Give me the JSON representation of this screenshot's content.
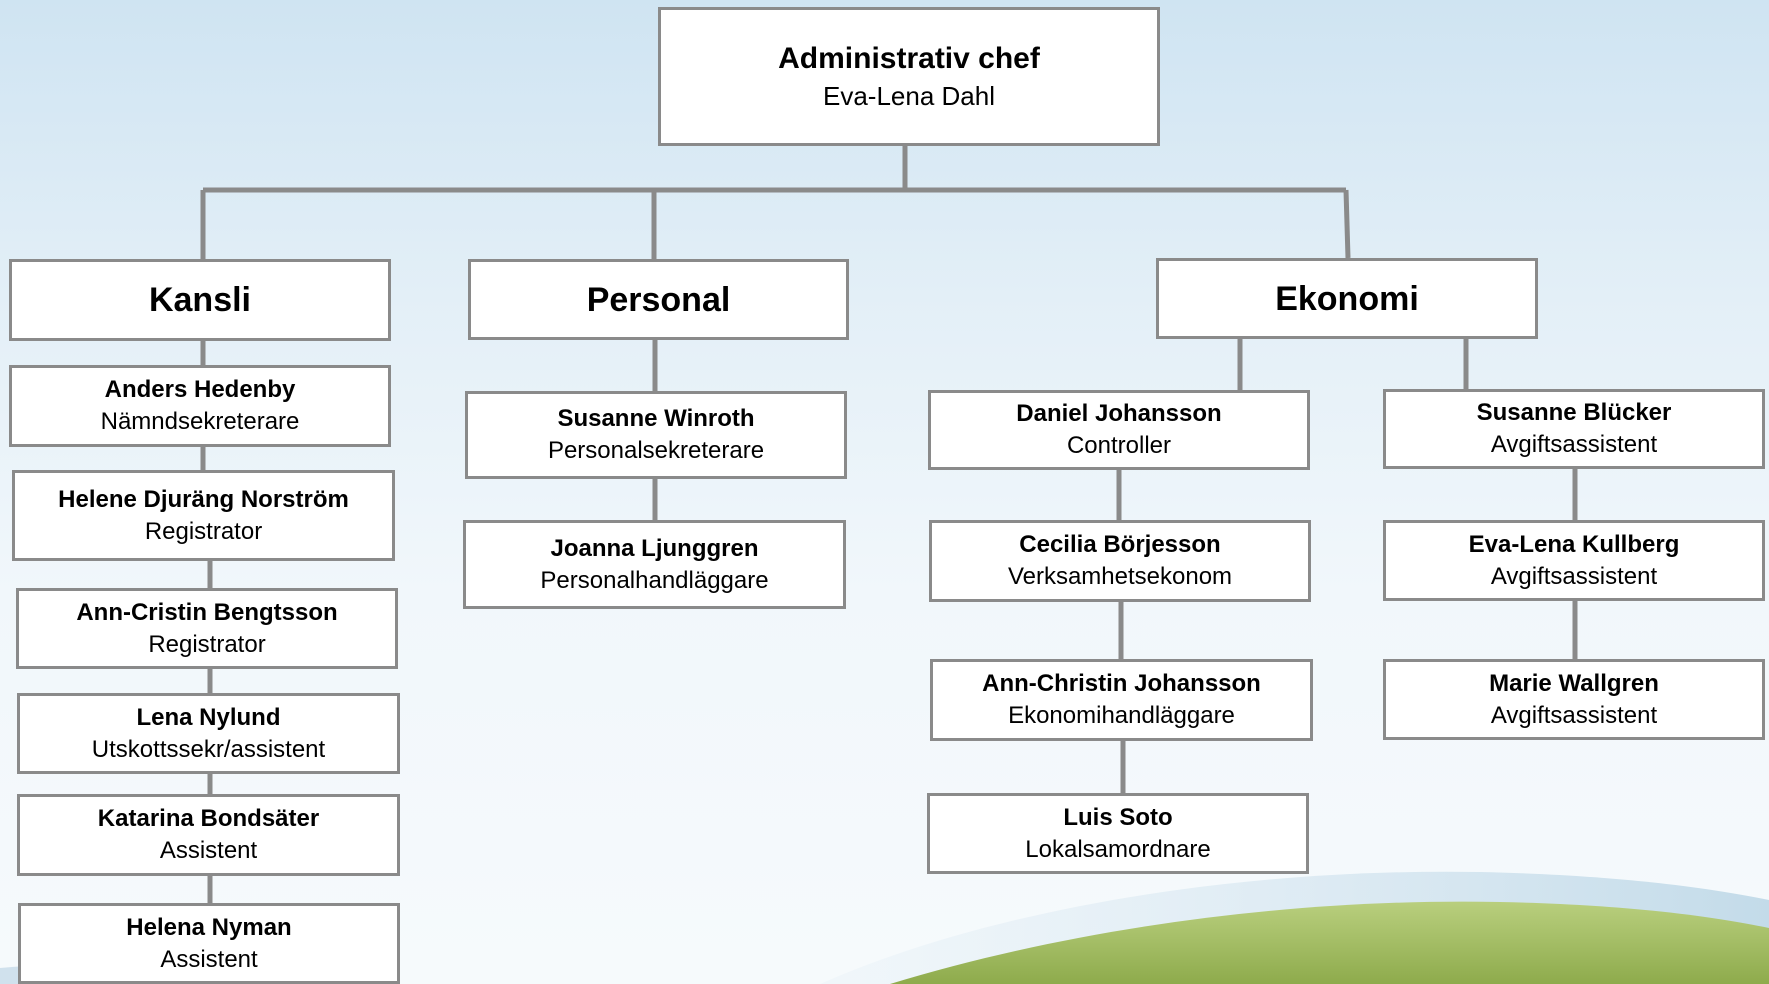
{
  "chart": {
    "top": {
      "name": "Administrativ chef",
      "role": "Eva-Lena Dahl"
    },
    "departments": [
      {
        "id": "kansli",
        "name": "Kansli",
        "columns": [
          [
            {
              "name": "Anders Hedenby",
              "role": "Nämndsekreterare"
            },
            {
              "name": "Helene Djuräng Norström",
              "role": "Registrator"
            },
            {
              "name": "Ann-Cristin Bengtsson",
              "role": "Registrator"
            },
            {
              "name": "Lena Nylund",
              "role": "Utskottssekr/assistent"
            },
            {
              "name": "Katarina  Bondsäter",
              "role": "Assistent"
            },
            {
              "name": "Helena Nyman",
              "role": "Assistent"
            }
          ]
        ]
      },
      {
        "id": "personal",
        "name": "Personal",
        "columns": [
          [
            {
              "name": "Susanne Winroth",
              "role": "Personalsekreterare"
            },
            {
              "name": "Joanna Ljunggren",
              "role": "Personalhandläggare"
            }
          ]
        ]
      },
      {
        "id": "ekonomi",
        "name": "Ekonomi",
        "columns": [
          [
            {
              "name": "Daniel Johansson",
              "role": "Controller"
            },
            {
              "name": "Cecilia Börjesson",
              "role": "Verksamhetsekonom"
            },
            {
              "name": "Ann-Christin Johansson",
              "role": "Ekonomihandläggare"
            },
            {
              "name": "Luis Soto",
              "role": "Lokalsamordnare"
            }
          ],
          [
            {
              "name": "Susanne Blücker",
              "role": "Avgiftsassistent"
            },
            {
              "name": "Eva-Lena Kullberg",
              "role": "Avgiftsassistent"
            },
            {
              "name": "Marie Wallgren",
              "role": "Avgiftsassistent"
            }
          ]
        ]
      }
    ]
  },
  "colors": {
    "box_border": "#8a8a8a",
    "connector": "#8a8a8a",
    "background_top": "#cfe4f2",
    "hill_green": "#9cb85a"
  }
}
